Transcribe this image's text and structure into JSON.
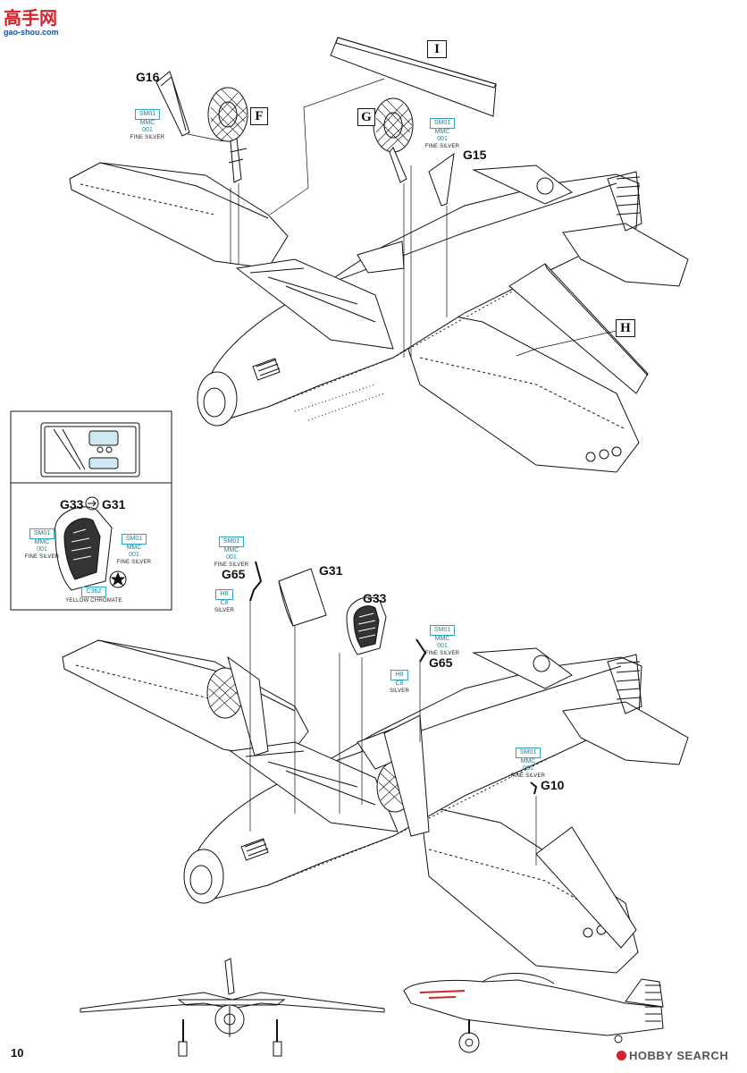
{
  "site_logo": {
    "cn": "高手网",
    "url": "gao-shou.com"
  },
  "page_number": "10",
  "watermark": "HOBBY SEARCH",
  "box_labels": {
    "I": "I",
    "F": "F",
    "G": "G",
    "H": "H"
  },
  "parts": {
    "g16": "G16",
    "g15": "G15",
    "g33_inset": "G33",
    "g31_inset": "G31",
    "g65_a": "G65",
    "g31": "G31",
    "g33": "G33",
    "g65_b": "G65",
    "g10": "G10"
  },
  "callouts": {
    "c1": {
      "code": "SM01",
      "brand": "MMC",
      "num": "001",
      "name": "FINE SILVER"
    },
    "c2": {
      "code": "SM01",
      "brand": "MMC",
      "num": "001",
      "name": "FINE SILVER"
    },
    "c3": {
      "code": "SM01",
      "brand": "MMC",
      "num": "001",
      "name": "FINE SILVER"
    },
    "c4": {
      "code": "SM01",
      "brand": "MMC",
      "num": "001",
      "name": "FINE SILVER"
    },
    "c5": {
      "code": "C362",
      "name": "YELLOW CHROMATE"
    },
    "c6": {
      "code": "SM01",
      "brand": "MMC",
      "num": "001",
      "name": "FINE SILVER"
    },
    "c7": {
      "code": "H8",
      "num": "C8",
      "name": "SILVER"
    },
    "c8": {
      "code": "SM01",
      "brand": "MMC",
      "num": "001",
      "name": "FINE SILVER"
    },
    "c9": {
      "code": "H8",
      "num": "C8",
      "name": "SILVER"
    },
    "c10": {
      "code": "SM01",
      "brand": "MMC",
      "num": "001",
      "name": "FINE SILVER"
    }
  },
  "colors": {
    "ink": "#111111",
    "callout": "#1a86a0",
    "logo_red": "#d2232a",
    "logo_blue": "#1d4fa0"
  }
}
